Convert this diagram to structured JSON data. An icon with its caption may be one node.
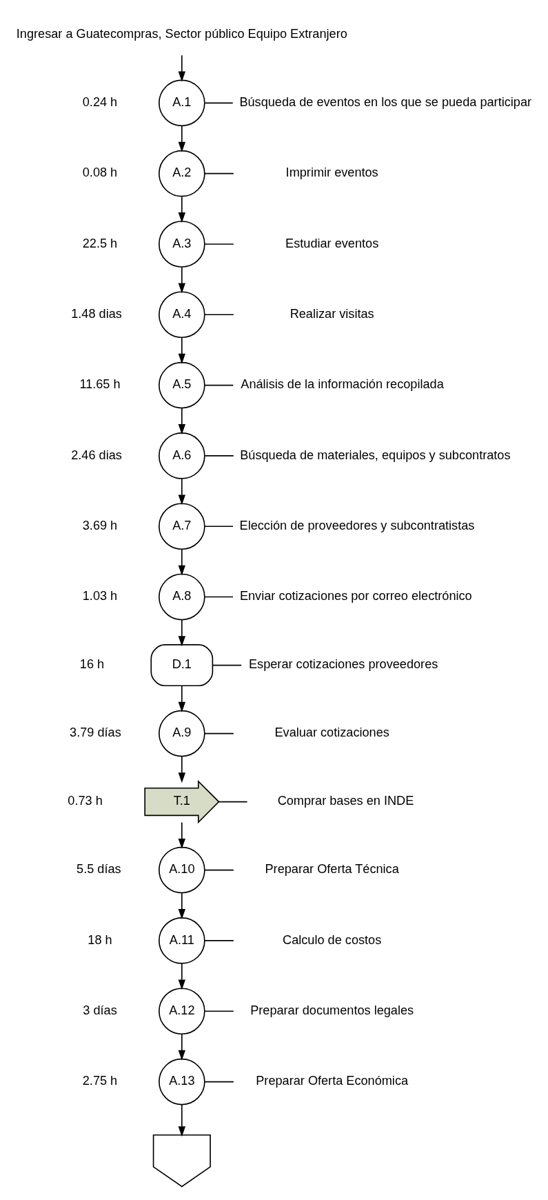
{
  "diagram": {
    "nodes": [
      {
        "text": [
          "Ingresar a Guatecompras, Sector público Equipo Extranjero"
        ]
      },
      {
        "text": [
          "A.1"
        ],
        "beside": [
          "0.24 h"
        ]
      },
      {
        "text": [
          "Búsqueda de eventos en los que se pueda participar"
        ]
      },
      {
        "text": [
          "A.2"
        ],
        "beside": [
          "0.08 h"
        ]
      },
      {
        "text": [
          "Imprimir eventos"
        ]
      },
      {
        "text": [
          "A.3"
        ],
        "beside": [
          "22.5 h"
        ]
      },
      {
        "text": [
          "Estudiar eventos"
        ]
      },
      {
        "text": [
          "A.4"
        ],
        "beside": [
          "1.48 dias"
        ]
      },
      {
        "text": [
          "Realizar visitas"
        ]
      },
      {
        "text": [
          "A.5"
        ],
        "beside": [
          "11.65 h"
        ]
      },
      {
        "text": [
          "Análisis de la información recopilada"
        ]
      },
      {
        "text": [
          "A.6"
        ],
        "beside": [
          "2.46 dias"
        ]
      },
      {
        "text": [
          "Búsqueda de materiales, equipos y subcontratos"
        ]
      },
      {
        "text": [
          "A.7"
        ],
        "beside": [
          "3.69 h"
        ]
      },
      {
        "text": [
          "Elección de proveedores y subcontratistas"
        ]
      },
      {
        "text": [
          "A.8"
        ],
        "beside": [
          "1.03 h"
        ]
      },
      {
        "text": [
          "Enviar cotizaciones por correo electrónico"
        ]
      },
      {
        "text": [
          "D.1"
        ],
        "beside": [
          "16 h"
        ]
      },
      {
        "text": [
          "Esperar cotizaciones proveedores"
        ]
      },
      {
        "text": [
          "A.9"
        ],
        "beside": [
          "3.79 días"
        ]
      },
      {
        "text": [
          "Evaluar cotizaciones"
        ]
      },
      {
        "text": [
          "T.1"
        ],
        "beside": [
          "0.73 h"
        ]
      },
      {
        "text": [
          "Comprar bases en INDE"
        ]
      },
      {
        "text": [
          "A.10"
        ],
        "beside": [
          "5.5 días"
        ]
      },
      {
        "text": [
          "Preparar Oferta Técnica"
        ]
      },
      {
        "text": [
          "A.11"
        ],
        "beside": [
          "18 h"
        ]
      },
      {
        "text": [
          "Calculo de costos"
        ]
      },
      {
        "text": [
          "A.12"
        ],
        "beside": [
          "3 días"
        ]
      },
      {
        "text": [
          "Preparar documentos legales"
        ]
      },
      {
        "text": [
          "A.13"
        ],
        "beside": [
          "2.75 h"
        ]
      },
      {
        "text": [
          "Preparar Oferta Económica"
        ]
      },
      {
        "text": [],
        "shape": "pentagon"
      }
    ],
    "edges": [
      {
        "from": 0,
        "to": 1,
        "arrow": "to"
      },
      {
        "from": 1,
        "to": 2,
        "arrow": "none"
      },
      {
        "from": 1,
        "to": 3,
        "arrow": "to"
      },
      {
        "from": 3,
        "to": 4,
        "arrow": "none"
      },
      {
        "from": 3,
        "to": 5,
        "arrow": "to"
      },
      {
        "from": 5,
        "to": 6,
        "arrow": "none"
      },
      {
        "from": 5,
        "to": 7,
        "arrow": "to"
      },
      {
        "from": 7,
        "to": 8,
        "arrow": "none"
      },
      {
        "from": 7,
        "to": 9,
        "arrow": "to"
      },
      {
        "from": 9,
        "to": 10,
        "arrow": "none"
      },
      {
        "from": 9,
        "to": 11,
        "arrow": "to"
      },
      {
        "from": 11,
        "to": 12,
        "arrow": "none"
      },
      {
        "from": 11,
        "to": 13,
        "arrow": "to"
      },
      {
        "from": 13,
        "to": 14,
        "arrow": "none"
      },
      {
        "from": 13,
        "to": 15,
        "arrow": "to"
      },
      {
        "from": 15,
        "to": 16,
        "arrow": "none"
      },
      {
        "from": 15,
        "to": 17,
        "arrow": "to"
      },
      {
        "from": 17,
        "to": 18,
        "arrow": "none"
      },
      {
        "from": 17,
        "to": 19,
        "arrow": "to"
      },
      {
        "from": 19,
        "to": 20,
        "arrow": "none"
      },
      {
        "from": 19,
        "to": 21,
        "arrow": "to"
      },
      {
        "from": 21,
        "to": 22,
        "arrow": "none"
      },
      {
        "from": 21,
        "to": 23,
        "arrow": "to"
      },
      {
        "from": 23,
        "to": 24,
        "arrow": "none"
      },
      {
        "from": 23,
        "to": 25,
        "arrow": "to"
      },
      {
        "from": 25,
        "to": 26,
        "arrow": "none"
      },
      {
        "from": 25,
        "to": 27,
        "arrow": "to"
      },
      {
        "from": 27,
        "to": 28,
        "arrow": "none"
      },
      {
        "from": 27,
        "to": 29,
        "arrow": "to"
      },
      {
        "from": 29,
        "to": 30,
        "arrow": "none"
      },
      {
        "from": 29,
        "to": 31,
        "arrow": "to"
      }
    ]
  }
}
